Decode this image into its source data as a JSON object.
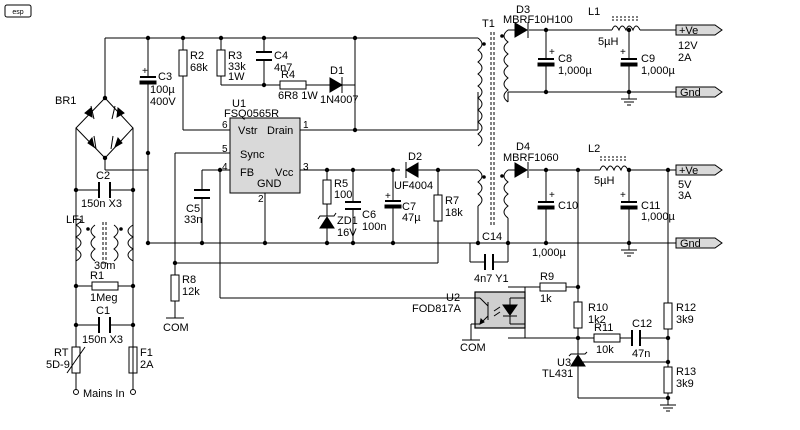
{
  "logo": "esp",
  "parts": {
    "br1": "BR1",
    "c2": [
      "C2",
      "150n X3"
    ],
    "lf1": [
      "LF1",
      "30m"
    ],
    "r1": [
      "R1",
      "1Meg"
    ],
    "c1": [
      "C1",
      "150n X3"
    ],
    "rt": [
      "RT",
      "5D-9"
    ],
    "f1": [
      "F1",
      "2A"
    ],
    "mains": "Mains In",
    "c3": [
      "C3",
      "100µ",
      "400V"
    ],
    "r2": [
      "R2",
      "68k"
    ],
    "r3": [
      "R3",
      "33k",
      "1W"
    ],
    "c4": [
      "C4",
      "4n7"
    ],
    "r4": [
      "R4",
      "6R8 1W"
    ],
    "d1": [
      "D1",
      "1N4007"
    ],
    "u1": [
      "U1",
      "FSQ0565R"
    ],
    "u1_pins": {
      "vstr": "Vstr",
      "drain": "Drain",
      "sync": "Sync",
      "fb": "FB",
      "vcc": "Vcc",
      "gnd": "GND"
    },
    "u1_pin_numbers": {
      "p6": "6",
      "p1": "1",
      "p5": "5",
      "p4": "4",
      "p3": "3",
      "p2": "2"
    },
    "c5": [
      "C5",
      "33n"
    ],
    "r8": [
      "R8",
      "12k"
    ],
    "com1": "COM",
    "r5": [
      "R5",
      "100"
    ],
    "zd1": [
      "ZD1",
      "16V"
    ],
    "c6": [
      "C6",
      "100n"
    ],
    "d2": [
      "D2",
      "UF4004"
    ],
    "c7": [
      "C7",
      "47µ"
    ],
    "r7": [
      "R7",
      "18k"
    ],
    "t1": "T1",
    "d3": [
      "D3",
      "MBRF10H100"
    ],
    "l1": [
      "L1",
      "5µH"
    ],
    "c8": [
      "C8",
      "1,000µ"
    ],
    "c9": [
      "C9",
      "1,000µ"
    ],
    "out1": {
      "ve": "+Ve",
      "gnd": "Gnd",
      "volt": "12V",
      "amp": "2A"
    },
    "d4": [
      "D4",
      "MBRF1060"
    ],
    "l2": [
      "L2",
      "5µH"
    ],
    "c10": [
      "C10",
      "1,000µ"
    ],
    "c11": [
      "C11",
      "1,000µ"
    ],
    "out2": {
      "ve": "+Ve",
      "gnd": "Gnd",
      "volt": "5V",
      "amp": "3A"
    },
    "c14": [
      "C14",
      "4n7 Y1"
    ],
    "u2": [
      "U2",
      "FOD817A"
    ],
    "com2": "COM",
    "r9": [
      "R9",
      "1k"
    ],
    "r10": [
      "R10",
      "1k2"
    ],
    "r11": [
      "R11",
      "10k"
    ],
    "c12": [
      "C12",
      "47n"
    ],
    "u3": [
      "U3",
      "TL431"
    ],
    "r12": [
      "R12",
      "3k9"
    ],
    "r13": [
      "R13",
      "3k9"
    ]
  }
}
